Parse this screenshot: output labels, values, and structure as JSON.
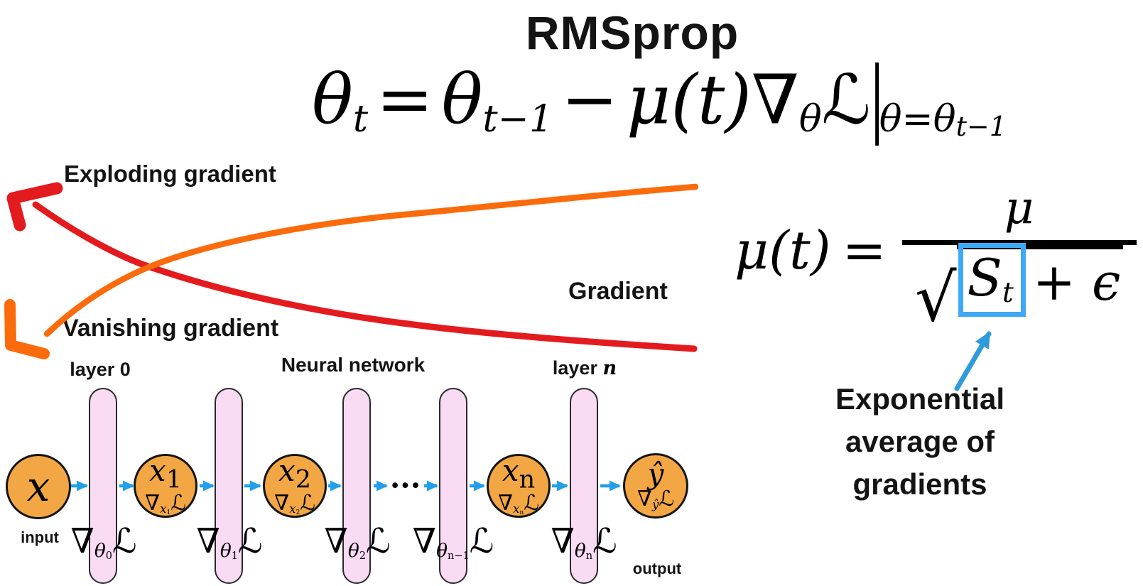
{
  "title": "RMSprop",
  "colors": {
    "red_arrow": "#E31B1E",
    "orange_arrow": "#FB6B0B",
    "blue_arrow": "#219FE8",
    "blue_box": "#3FA9F5",
    "blue_pointer": "#2E9BDC",
    "node_fill": "#F3A744",
    "pillar_fill": "#F9DBF3"
  },
  "main_equation": {
    "theta_a": "θ",
    "sub_a": "t",
    "equals": "=",
    "theta_b": "θ",
    "sub_b": "t−1",
    "minus": "−",
    "mu_t": "μ(t)",
    "nabla": "∇",
    "nabla_sub": "θ",
    "loss": "ℒ",
    "cond": "θ=θ",
    "cond_sub": "t−1"
  },
  "mu_equation": {
    "lhs": "μ(t)",
    "equals": "=",
    "numerator": "μ",
    "sqrt": "√",
    "s": "S",
    "s_sub": "t",
    "plus": "+",
    "epsilon": "ϵ"
  },
  "annotations": {
    "exploding": "Exploding gradient",
    "vanishing": "Vanishing gradient",
    "gradient": "Gradient",
    "exp_avg_lines": [
      "Exponential",
      "average of",
      "gradients"
    ]
  },
  "network": {
    "layer0": "layer 0",
    "title": "Neural network",
    "layern_pre": "layer ",
    "layern_n": "n",
    "ellipsis": "•••",
    "input_label": "input",
    "output_label": "output",
    "nodes": [
      {
        "symbol": "x"
      },
      {
        "symbol": "x",
        "sub": "1",
        "nabla": "∇",
        "gsub": "x",
        "gsub2": "1",
        "loss": "ℒ"
      },
      {
        "symbol": "x",
        "sub": "2",
        "nabla": "∇",
        "gsub": "x",
        "gsub2": "2",
        "loss": "ℒ"
      },
      {
        "symbol": "x",
        "sub": "n",
        "nabla": "∇",
        "gsub": "x",
        "gsub2": "n",
        "loss": "ℒ"
      },
      {
        "symbol": "ŷ",
        "nabla": "∇",
        "gsub": "ŷ",
        "loss": "ℒ"
      }
    ],
    "theta_grads": [
      {
        "nabla": "∇",
        "base": "θ",
        "idx": "0",
        "loss": "ℒ"
      },
      {
        "nabla": "∇",
        "base": "θ",
        "idx": "1",
        "loss": "ℒ"
      },
      {
        "nabla": "∇",
        "base": "θ",
        "idx": "2",
        "loss": "ℒ"
      },
      {
        "nabla": "∇",
        "base": "θ",
        "idx": "n−1",
        "loss": "ℒ"
      },
      {
        "nabla": "∇",
        "base": "θ",
        "idx": "n",
        "loss": "ℒ"
      }
    ]
  }
}
